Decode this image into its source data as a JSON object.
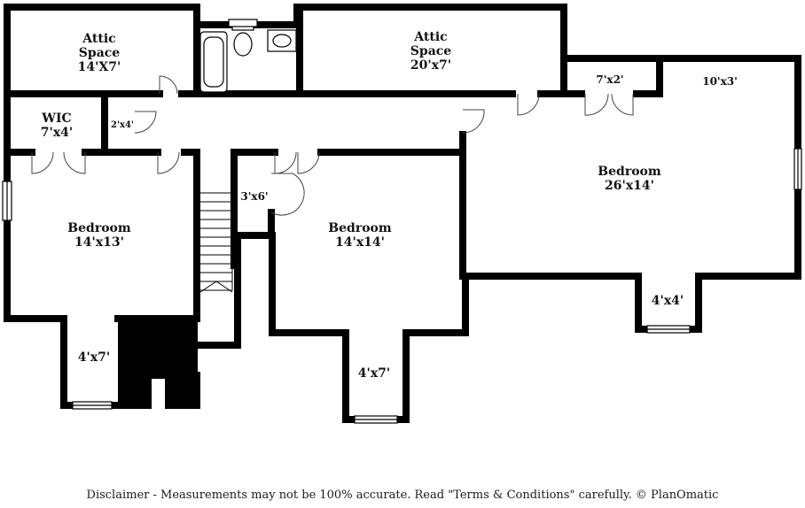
{
  "rooms": {
    "attic_left": {
      "line1": "Attic",
      "line2": "Space",
      "dims": "14'X7'"
    },
    "attic_center": {
      "line1": "Attic",
      "line2": "Space",
      "dims": "20'x7'"
    },
    "wic": {
      "name": "WIC",
      "dims": "7'x4'"
    },
    "closet_2x4": {
      "dims": "2'x4'"
    },
    "closet_7x2": {
      "dims": "7'x2'"
    },
    "closet_10x3": {
      "dims": "10'x3'"
    },
    "closet_3x6": {
      "dims": "3'x6'"
    },
    "bedroom_left": {
      "name": "Bedroom",
      "dims": "14'x13'"
    },
    "bedroom_center": {
      "name": "Bedroom",
      "dims": "14'x14'"
    },
    "bedroom_right": {
      "name": "Bedroom",
      "dims": "26'x14'"
    },
    "bay_left": {
      "dims": "4'x7'"
    },
    "bay_center": {
      "dims": "4'x7'"
    },
    "bay_right": {
      "dims": "4'x4'"
    }
  },
  "footer": {
    "disclaimer": "Disclaimer - Measurements may not be 100% accurate. Read \"Terms & Conditions\" carefully. © PlanOmatic"
  },
  "colors": {
    "wall": "#000000",
    "background": "#ffffff",
    "text": "#111111"
  }
}
